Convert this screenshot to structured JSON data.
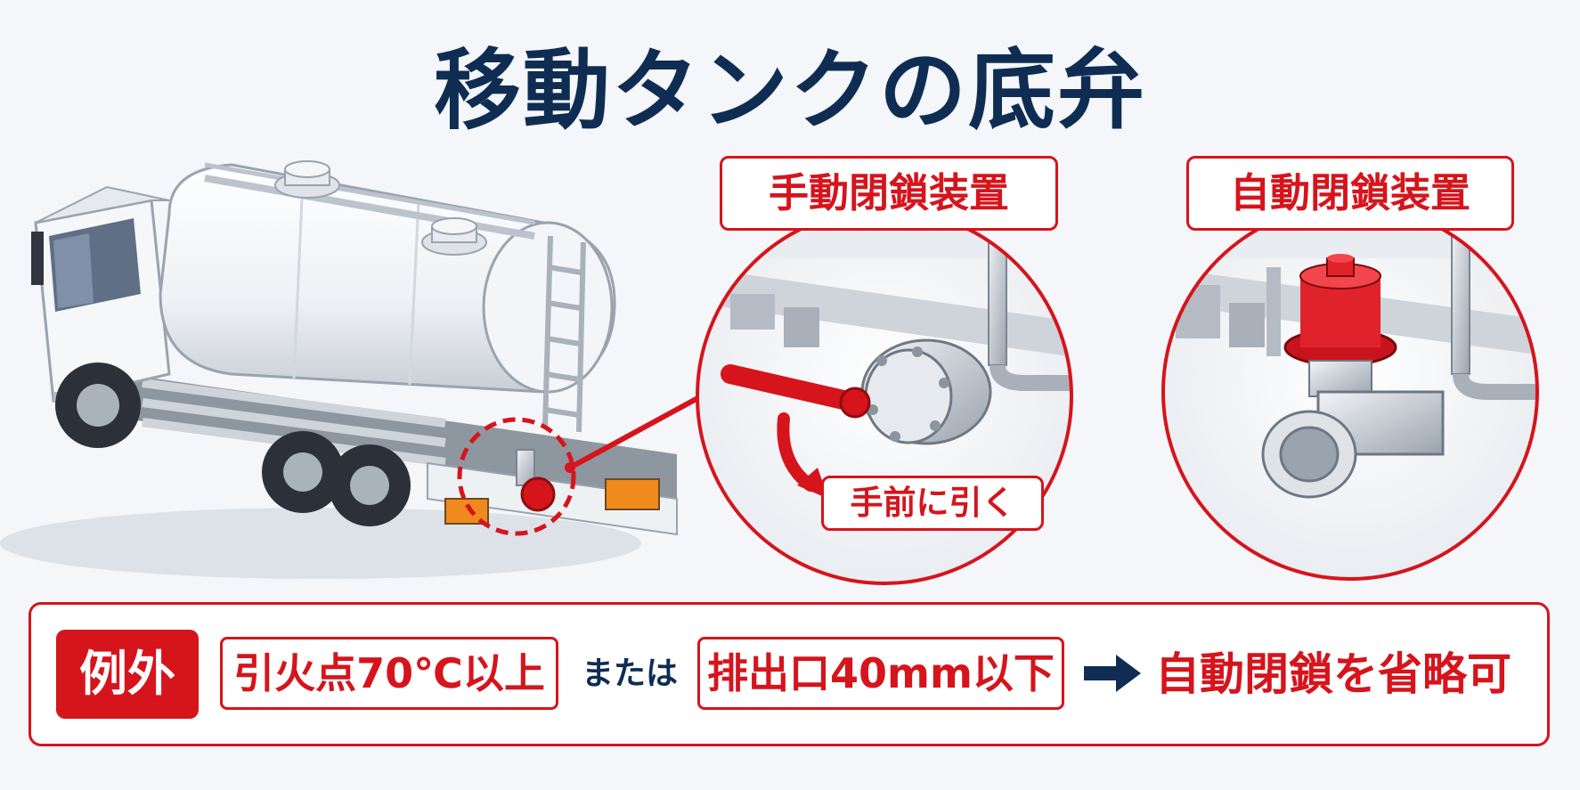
{
  "title": "移動タンクの底弁",
  "labels": {
    "manual": "手動閉鎖装置",
    "auto": "自動閉鎖装置",
    "pull": "手前に引く"
  },
  "exception": {
    "badge": "例外",
    "condition1": "引火点70℃以上",
    "connector": "または",
    "condition2": "排出口40mm以下",
    "result": "自動閉鎖を省略可"
  },
  "icons": {
    "truck": "tank-truck-illustration",
    "manual_valve": "manual-valve-lever-icon",
    "auto_valve": "automatic-valve-actuator-icon",
    "arrow": "right-arrow-icon"
  },
  "colors": {
    "accent_red": "#d6141c",
    "title_navy": "#0f2d52",
    "background": "#f4f6f9"
  }
}
